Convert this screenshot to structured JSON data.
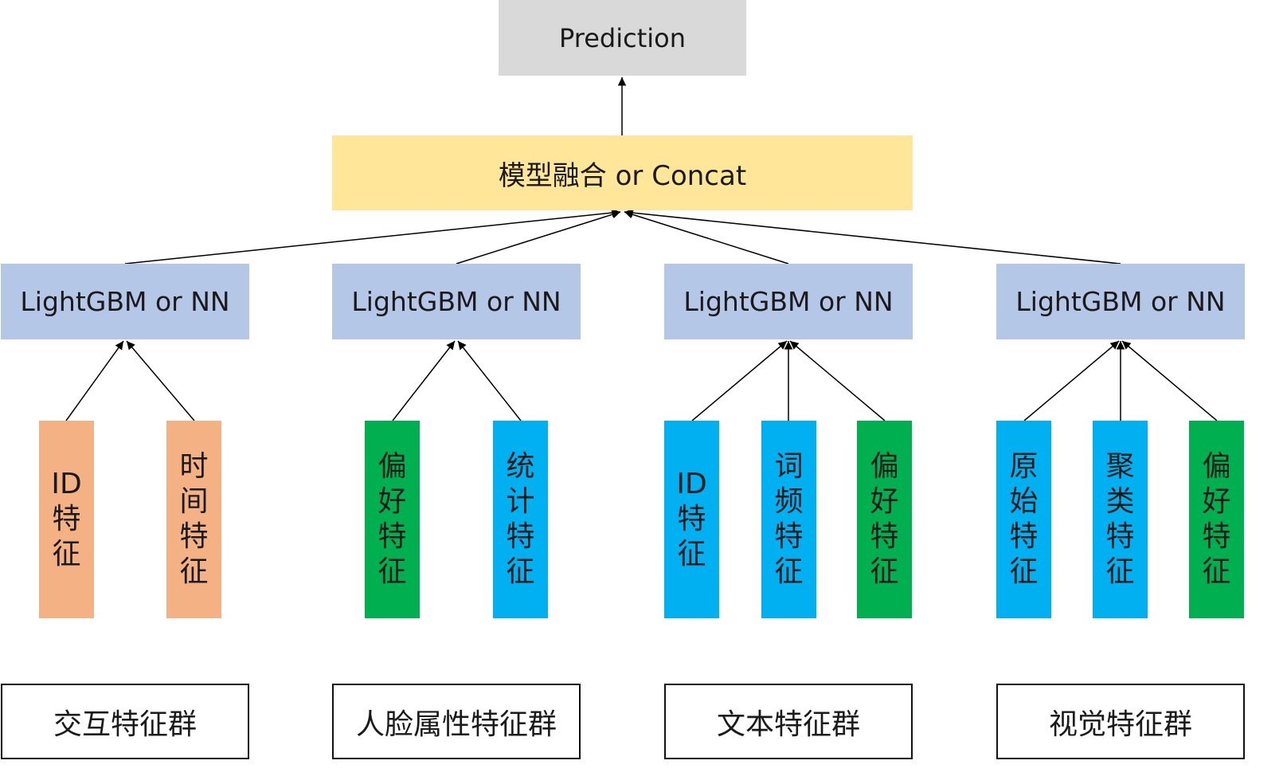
{
  "prediction": "Prediction",
  "fusion": "模型融合 or Concat",
  "models": [
    "LightGBM or NN",
    "LightGBM or NN",
    "LightGBM or NN",
    "LightGBM or NN"
  ],
  "features": [
    {
      "label": "ID特征",
      "color": "#f4b183"
    },
    {
      "label": "时间特征",
      "color": "#f4b183"
    },
    {
      "label": "偏好特征",
      "color": "#00b050"
    },
    {
      "label": "统计特征",
      "color": "#00b0f0"
    },
    {
      "label": "ID特征",
      "color": "#00b0f0"
    },
    {
      "label": "词频特征",
      "color": "#00b0f0"
    },
    {
      "label": "偏好特征",
      "color": "#00b050"
    },
    {
      "label": "原始特征",
      "color": "#00b0f0"
    },
    {
      "label": "聚类特征",
      "color": "#00b0f0"
    },
    {
      "label": "偏好特征",
      "color": "#00b050"
    }
  ],
  "groups": [
    "交互特征群",
    "人脸属性特征群",
    "文本特征群",
    "视觉特征群"
  ]
}
